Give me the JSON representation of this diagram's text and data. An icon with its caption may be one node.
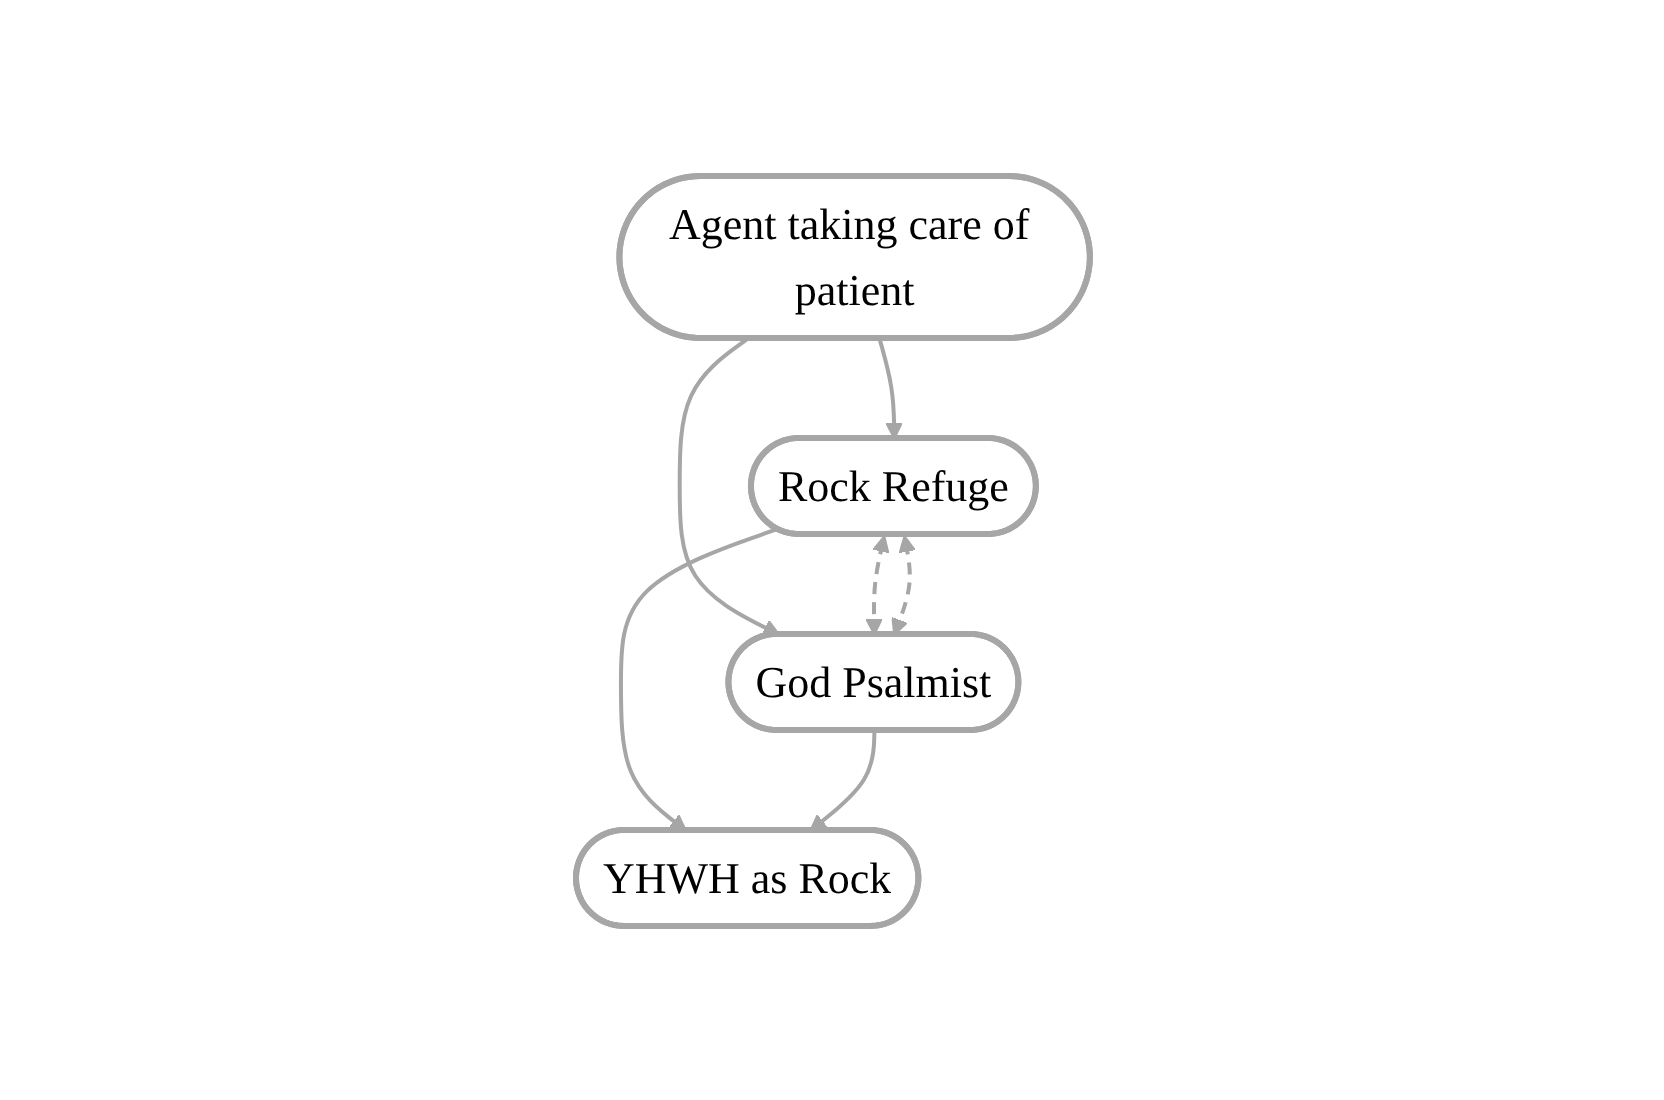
{
  "diagram": {
    "nodes": [
      {
        "text": [
          "Agent taking care of patient"
        ]
      },
      {
        "text": [
          "Rock Refuge"
        ]
      },
      {
        "text": [
          "God Psalmist"
        ]
      },
      {
        "text": [
          "YHWH as Rock"
        ]
      }
    ],
    "edges": [
      {
        "from": 0,
        "to": 1,
        "arrow": "to"
      },
      {
        "from": 0,
        "to": 2,
        "arrow": "to"
      },
      {
        "from": 1,
        "to": 2,
        "arrow": "both",
        "style": "dashed"
      },
      {
        "from": 1,
        "to": 2,
        "arrow": "both",
        "style": "dashed"
      },
      {
        "from": 1,
        "to": 3,
        "arrow": "to"
      },
      {
        "from": 2,
        "to": 3,
        "arrow": "to"
      }
    ]
  }
}
